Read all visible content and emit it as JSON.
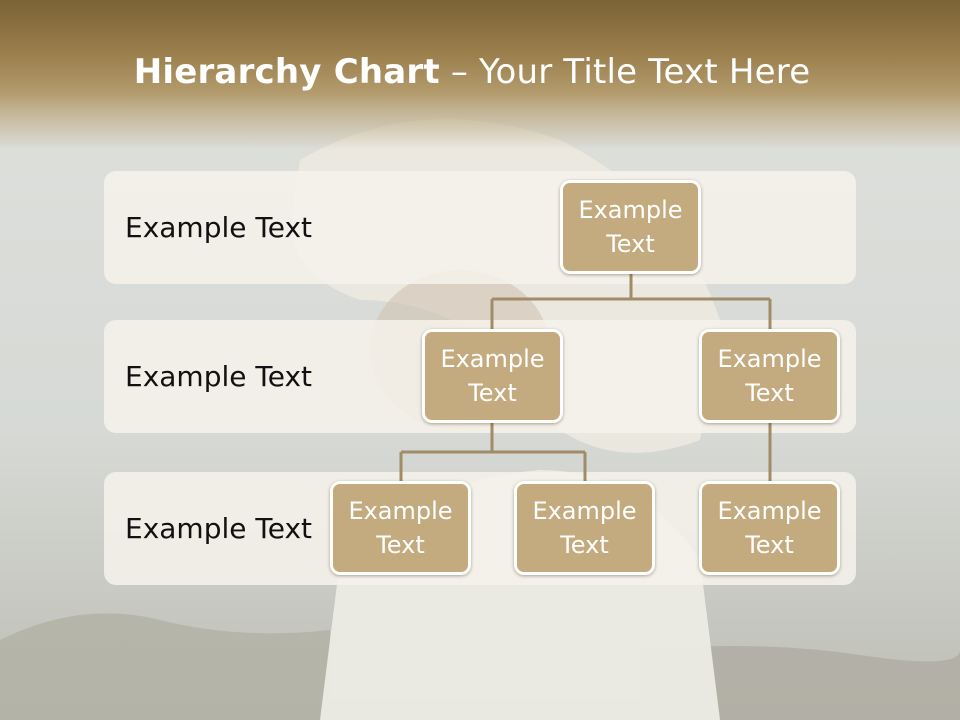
{
  "title": {
    "bold_part": "Hierarchy Chart",
    "rest": " – Your Title Text Here"
  },
  "bands": [
    {
      "label": "Example Text"
    },
    {
      "label": "Example Text"
    },
    {
      "label": "Example Text"
    }
  ],
  "nodes": {
    "root": "Example\nText",
    "level2_left": "Example\nText",
    "level2_right": "Example\nText",
    "level3_left": "Example\nText",
    "level3_middle": "Example\nText",
    "level3_right": "Example\nText"
  },
  "colors": {
    "title_bar": "#9a7e4c",
    "node_fill": "#c3ab7f",
    "connector": "#a08c68",
    "band_fill": "#f6f2eb"
  }
}
